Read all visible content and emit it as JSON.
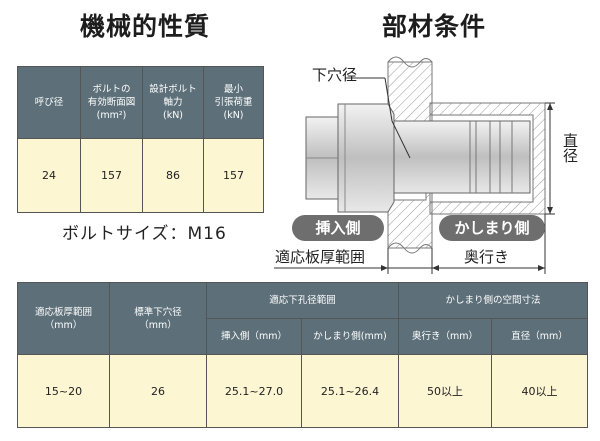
{
  "headings": {
    "left": "機械的性質",
    "right": "部材条件"
  },
  "mech_table": {
    "headers": [
      [
        "呼び径"
      ],
      [
        "ボルトの",
        "有効断面図",
        "(mm²)"
      ],
      [
        "設計ボルト",
        "軸力",
        "(kN)"
      ],
      [
        "最小",
        "引張荷重",
        "(kN)"
      ]
    ],
    "row": [
      "24",
      "157",
      "86",
      "157"
    ]
  },
  "bolt_size": "ボルトサイズ：M16",
  "diagram": {
    "hole_label": "下穴径",
    "insert_side": "挿入側",
    "crimp_side": "かしまり側",
    "diameter_label": "直径",
    "thickness_label": "適応板厚範囲",
    "depth_label": "奥行き"
  },
  "cond_table": {
    "thickness_header": [
      "適応板厚範囲",
      "（mm）"
    ],
    "std_hole_header": [
      "標準下穴径",
      "（mm）"
    ],
    "hole_range_header": "適応下孔径範囲",
    "space_header": "かしまり側の空間寸法",
    "sub_headers": [
      "挿入側（mm）",
      "かしまり側(mm)",
      "奥行き（mm）",
      "直径（mm）"
    ],
    "row": [
      "15~20",
      "26",
      "25.1~27.0",
      "25.1~26.4",
      "50以上",
      "40以上"
    ]
  }
}
